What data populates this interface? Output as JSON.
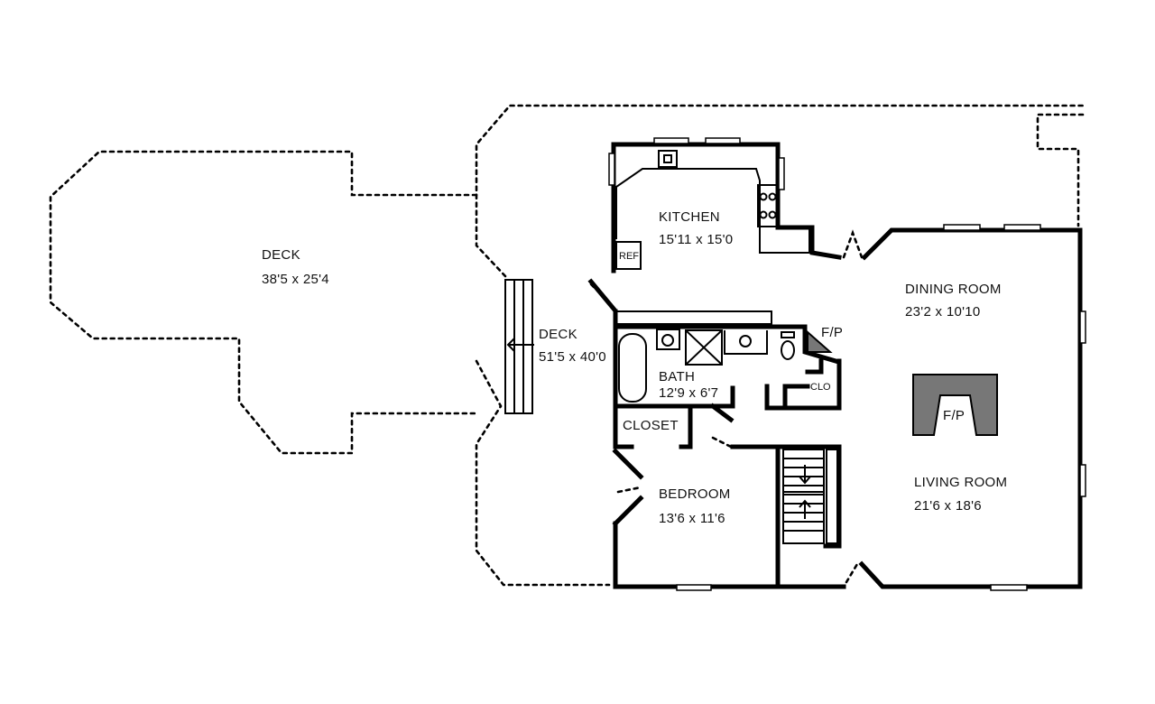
{
  "rooms": {
    "deck_large": {
      "name": "DECK",
      "dims": "38'5 x 25'4"
    },
    "deck_small": {
      "name": "DECK",
      "dims": "51'5 x 40'0"
    },
    "kitchen": {
      "name": "KITCHEN",
      "dims": "15'11 x 15'0"
    },
    "dining": {
      "name": "DINING ROOM",
      "dims": "23'2 x 10'10"
    },
    "bath": {
      "name": "BATH",
      "dims": "12'9 x 6'7"
    },
    "closet": {
      "name": "CLOSET"
    },
    "bedroom": {
      "name": "BEDROOM",
      "dims": "13'6 x 11'6"
    },
    "living": {
      "name": "LIVING ROOM",
      "dims": "21'6 x 18'6"
    }
  },
  "fixtures": {
    "refrigerator": "REF",
    "fireplace_small": "F/P",
    "closet_small": "CLO",
    "fireplace_main": "F/P"
  },
  "colors": {
    "wall": "#000000",
    "fireplace": "#777777",
    "background": "#ffffff"
  }
}
